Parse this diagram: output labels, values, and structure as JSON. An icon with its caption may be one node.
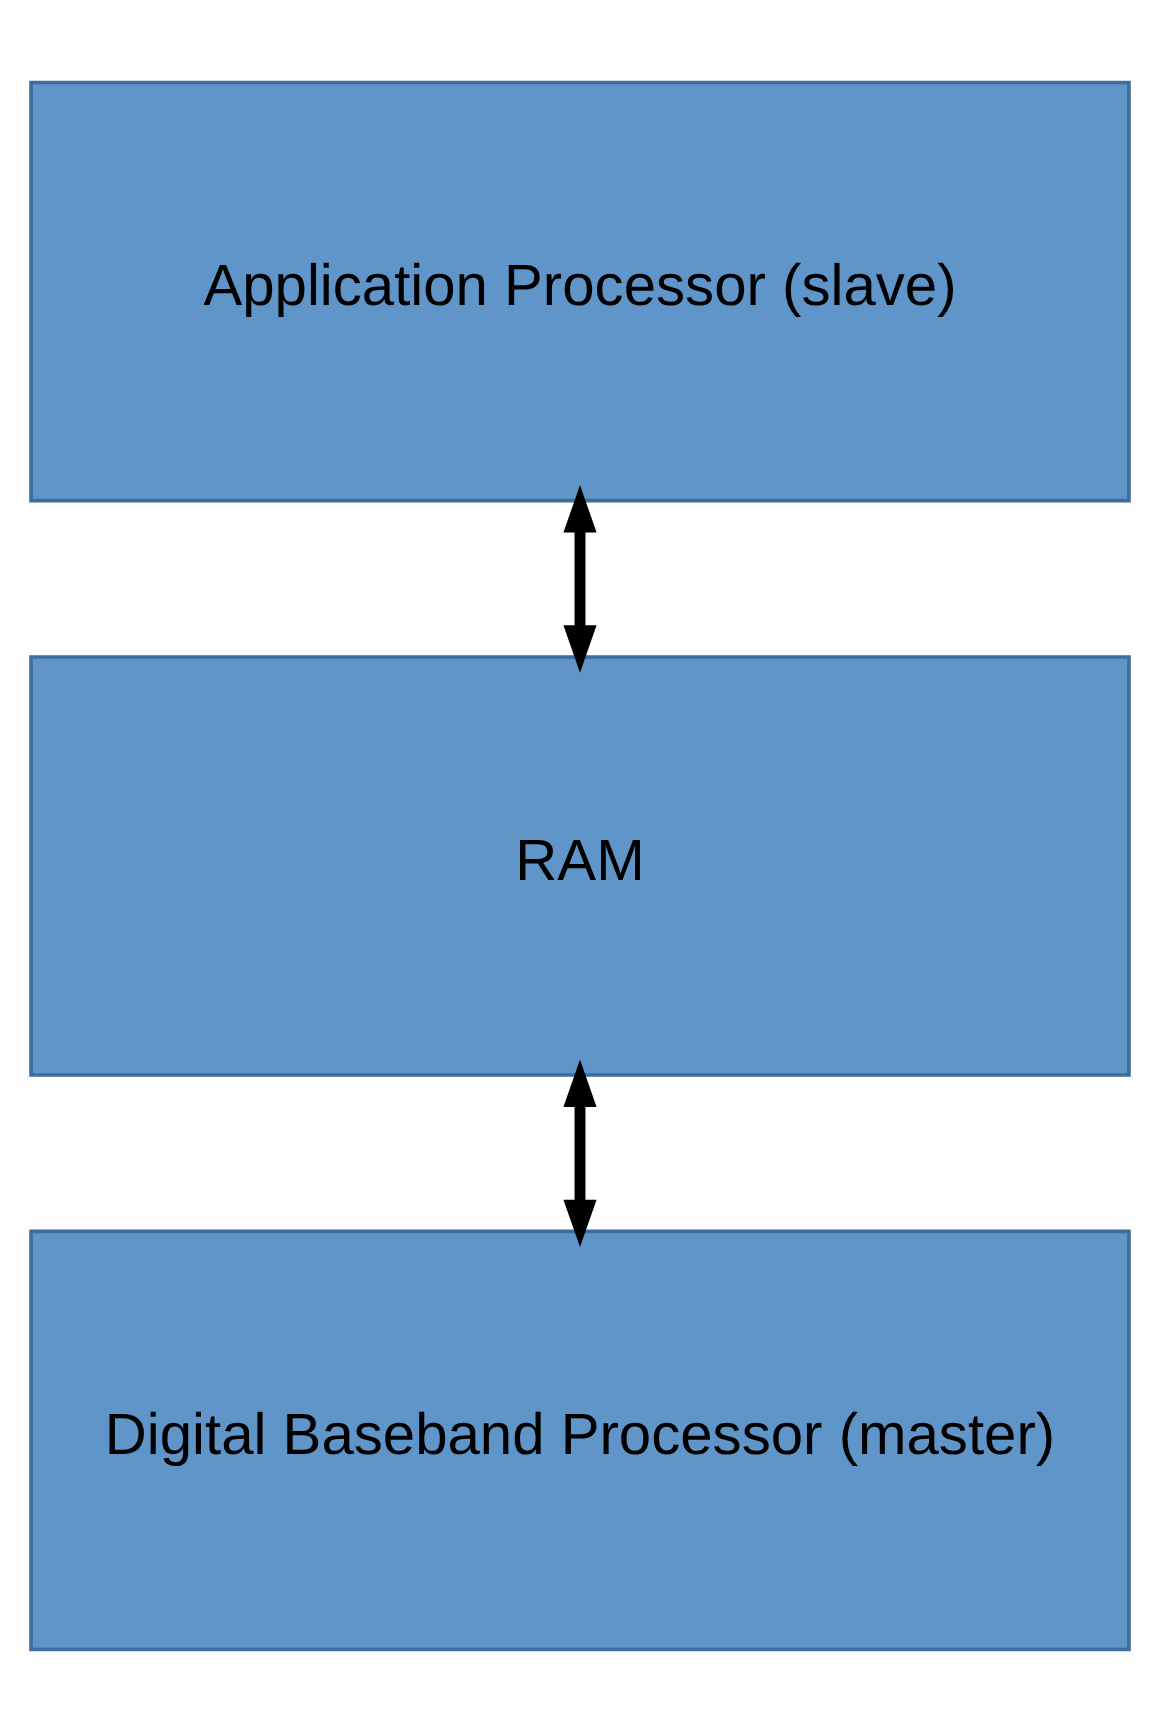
{
  "diagram": {
    "nodes": [
      {
        "text": [
          "Application Processor (slave)"
        ]
      },
      {
        "text": [
          "RAM"
        ]
      },
      {
        "text": [
          "Digital Baseband Processor (master)"
        ]
      }
    ],
    "edges": [
      {
        "from": 0,
        "to": 1,
        "arrow": "both"
      },
      {
        "from": 1,
        "to": 2,
        "arrow": "both"
      }
    ]
  }
}
